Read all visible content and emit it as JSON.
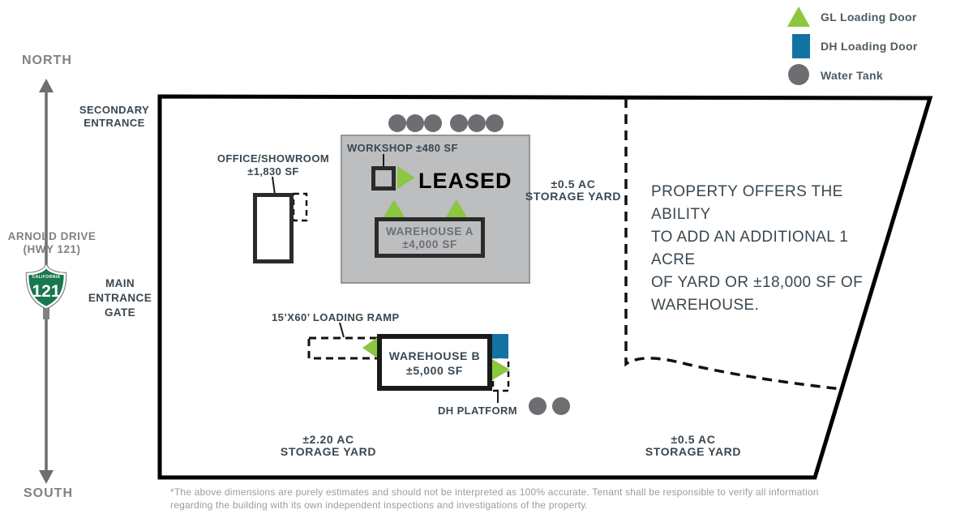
{
  "legend": {
    "items": [
      {
        "icon": "gl-loading-door-triangle",
        "label": "GL Loading Door"
      },
      {
        "icon": "dh-loading-door-square",
        "label": "DH Loading Door"
      },
      {
        "icon": "water-tank-circle",
        "label": "Water Tank"
      }
    ]
  },
  "compass": {
    "north": "NORTH",
    "south": "SOUTH"
  },
  "road": {
    "name_line1": "ARNOLD DRIVE",
    "name_line2": "(HWY 121)",
    "shield_state": "CALIFORNIA",
    "shield_route": "121"
  },
  "entrances": {
    "secondary_line1": "SECONDARY",
    "secondary_line2": "ENTRANCE",
    "main_line1": "MAIN",
    "main_line2": "ENTRANCE",
    "main_line3": "GATE"
  },
  "leased_area": {
    "workshop_label": "WORKSHOP ±480 SF",
    "leased_label": "LEASED",
    "warehouse_a_name": "WAREHOUSE A",
    "warehouse_a_size": "±4,000 SF"
  },
  "warehouse_b": {
    "name": "WAREHOUSE B",
    "size": "±5,000 SF",
    "ramp_label": "15’X60’ LOADING RAMP",
    "platform_label": "DH PLATFORM"
  },
  "storage_yards": {
    "east_acres": "±0.5 AC",
    "east_label": "STORAGE YARD",
    "southwest_acres": "±2.20 AC",
    "southwest_label": "STORAGE YARD",
    "southeast_acres": "±0.5 AC",
    "southeast_label": "STORAGE YARD"
  },
  "note": {
    "line1": "PROPERTY OFFERS THE ABILITY",
    "line2": "TO ADD AN ADDITIONAL 1 ACRE",
    "line3": "OF YARD OR ±18,000 SF OF",
    "line4": "WAREHOUSE."
  },
  "footer": {
    "line1": "*The above dimensions are purely estimates and should not be interpreted as 100% accurate. Tenant shall be responsible to verify all information",
    "line2": "regarding the building with its own independent inspections and investigations of the property."
  },
  "colors": {
    "green": "#8DC63F",
    "blue": "#1272A2",
    "tank_gray": "#6D6E71",
    "area_fill": "#BCBEC0",
    "dark_text": "#3A4750",
    "gray_text": "#808285",
    "shield_green": "#17774E",
    "boundary": "#000000"
  }
}
